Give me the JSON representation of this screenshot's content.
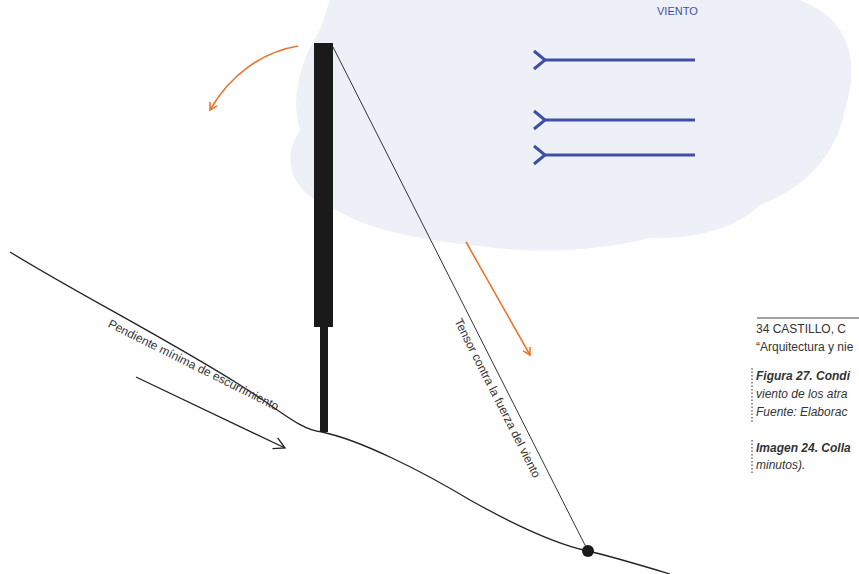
{
  "diagram": {
    "labels": [
      "VIENTO",
      "Tensor contra la fuerza del viento",
      "Pendiente mínima de escurrimiento",
      "34 CASTILLO, C",
      "“Arquitectura y nie",
      "Figura 27. Condi",
      "viento de los atra",
      "Fuente: Elaborac",
      "Imagen 24. Colla",
      "minutos)."
    ]
  }
}
